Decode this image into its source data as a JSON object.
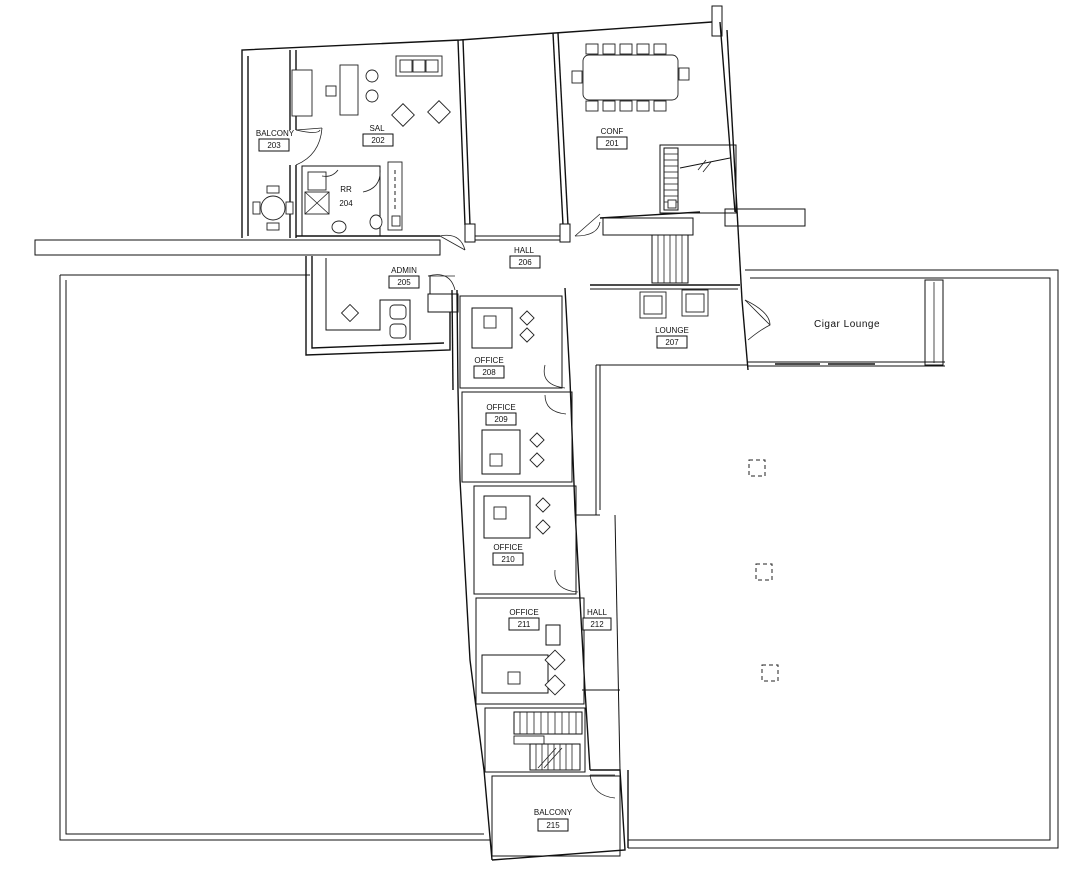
{
  "rooms": [
    {
      "id": "balcony-203",
      "name": "BALCONY",
      "number": "203"
    },
    {
      "id": "sal-202",
      "name": "SAL",
      "number": "202"
    },
    {
      "id": "conf-201",
      "name": "CONF",
      "number": "201"
    },
    {
      "id": "rr-204",
      "name": "RR",
      "number": "204"
    },
    {
      "id": "admin-205",
      "name": "ADMIN",
      "number": "205"
    },
    {
      "id": "hall-206",
      "name": "HALL",
      "number": "206"
    },
    {
      "id": "lounge-207",
      "name": "LOUNGE",
      "number": "207"
    },
    {
      "id": "office-208",
      "name": "OFFICE",
      "number": "208"
    },
    {
      "id": "office-209",
      "name": "OFFICE",
      "number": "209"
    },
    {
      "id": "office-210",
      "name": "OFFICE",
      "number": "210"
    },
    {
      "id": "office-211",
      "name": "OFFICE",
      "number": "211"
    },
    {
      "id": "hall-212",
      "name": "HALL",
      "number": "212"
    },
    {
      "id": "balcony-215",
      "name": "BALCONY",
      "number": "215"
    }
  ],
  "annotations": {
    "cigar_lounge": "Cigar Lounge"
  }
}
